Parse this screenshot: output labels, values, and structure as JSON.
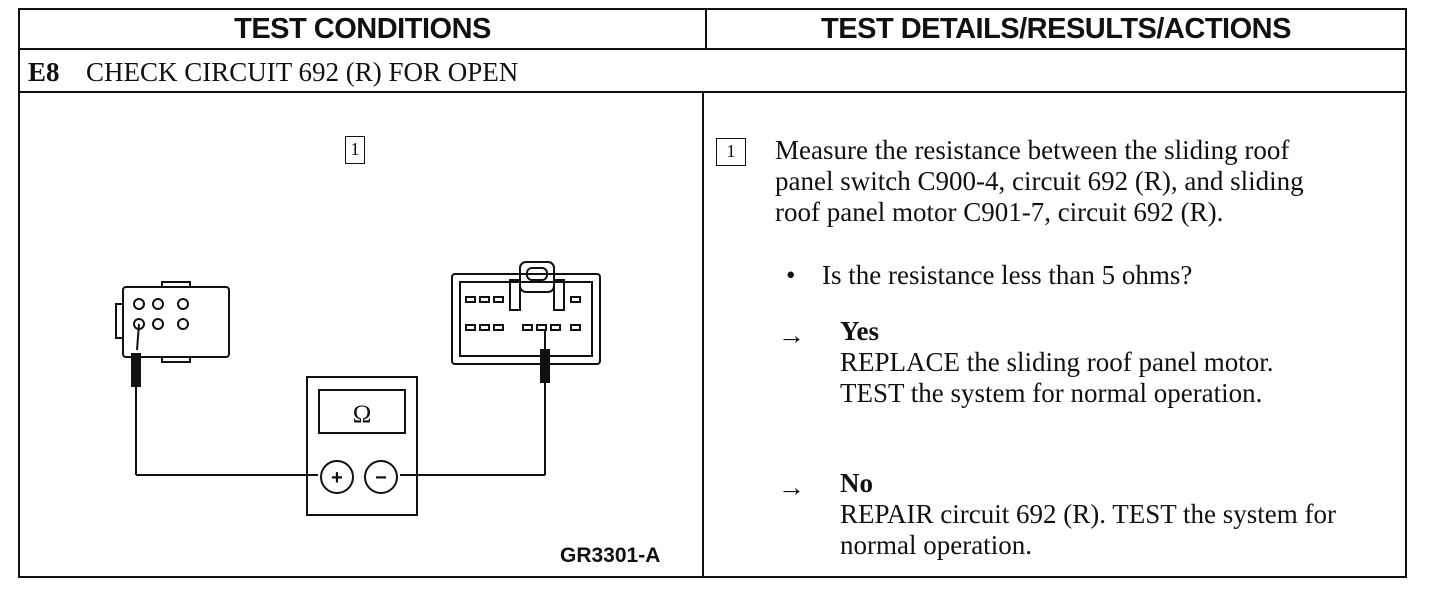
{
  "header": {
    "left": "TEST CONDITIONS",
    "right": "TEST DETAILS/RESULTS/ACTIONS"
  },
  "step": {
    "id": "E8",
    "title": "CHECK CIRCUIT 692 (R) FOR OPEN"
  },
  "figure": {
    "step_box": "1",
    "ohm_symbol": "Ω",
    "plus": "+",
    "minus": "−",
    "reference": "GR3301-A"
  },
  "details": {
    "step_box": "1",
    "instruction_lines": [
      "Measure the resistance between the sliding roof",
      "panel switch C900-4, circuit 692 (R), and sliding",
      "roof panel motor C901-7, circuit 692 (R)."
    ],
    "bullet": "•",
    "question": "Is the resistance less than 5 ohms?",
    "arrow": "→",
    "yes": {
      "label": "Yes",
      "lines": [
        "REPLACE the sliding roof panel motor.",
        "TEST the system for normal operation."
      ]
    },
    "no": {
      "label": "No",
      "lines": [
        "REPAIR circuit 692 (R). TEST the system for",
        "normal operation."
      ]
    }
  }
}
